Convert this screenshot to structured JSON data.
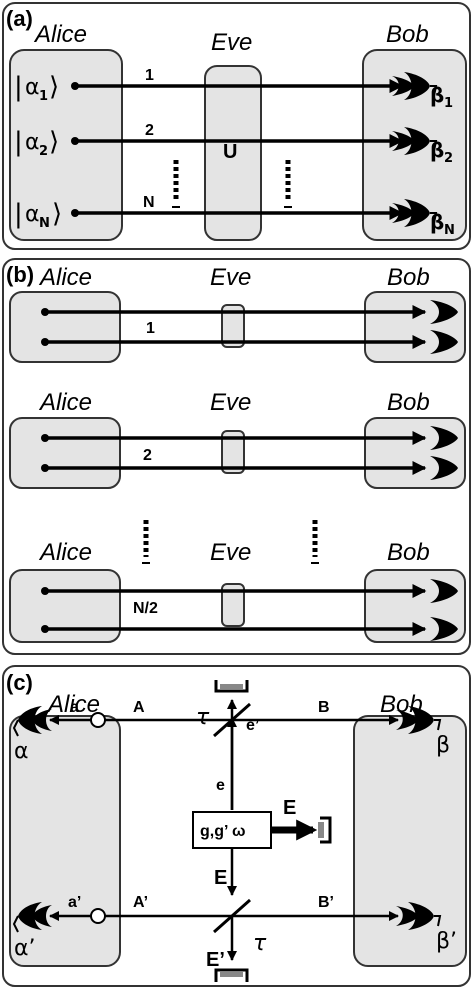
{
  "panel_a": {
    "label": "(a)",
    "alice": "Alice",
    "eve": "Eve",
    "bob": "Bob",
    "states": [
      {
        "symbol": "α",
        "sub": "1"
      },
      {
        "symbol": "α",
        "sub": "2"
      },
      {
        "symbol": "α",
        "sub": "N"
      }
    ],
    "channel_labels": [
      "1",
      "2",
      "N"
    ],
    "unitary": "U",
    "outcomes": [
      {
        "symbol": "β",
        "sub": "1"
      },
      {
        "symbol": "β",
        "sub": "2"
      },
      {
        "symbol": "β",
        "sub": "N"
      }
    ]
  },
  "panel_b": {
    "label": "(b)",
    "blocks": [
      {
        "alice": "Alice",
        "eve": "Eve",
        "bob": "Bob",
        "pair_label": "1"
      },
      {
        "alice": "Alice",
        "eve": "Eve",
        "bob": "Bob",
        "pair_label": "2"
      },
      {
        "alice": "Alice",
        "eve": "Eve",
        "bob": "Bob",
        "pair_label": "N/2"
      }
    ]
  },
  "panel_c": {
    "label": "(c)",
    "alice": "Alice",
    "bob": "Bob",
    "mode_a": "a",
    "mode_a2": "a’",
    "alpha": "α",
    "alpha2": "α’",
    "mode_A": "A",
    "mode_A2": "A’",
    "mode_B": "B",
    "mode_B2": "B’",
    "beta": "β",
    "beta2": "β’",
    "tau_top": "τ",
    "tau_bottom": "τ",
    "e_prime_top": "e’",
    "e_mid": "e",
    "E_mid": "E",
    "E_prime_bottom": "E’",
    "E_out": "E",
    "source_label": "g,g’ ω"
  }
}
